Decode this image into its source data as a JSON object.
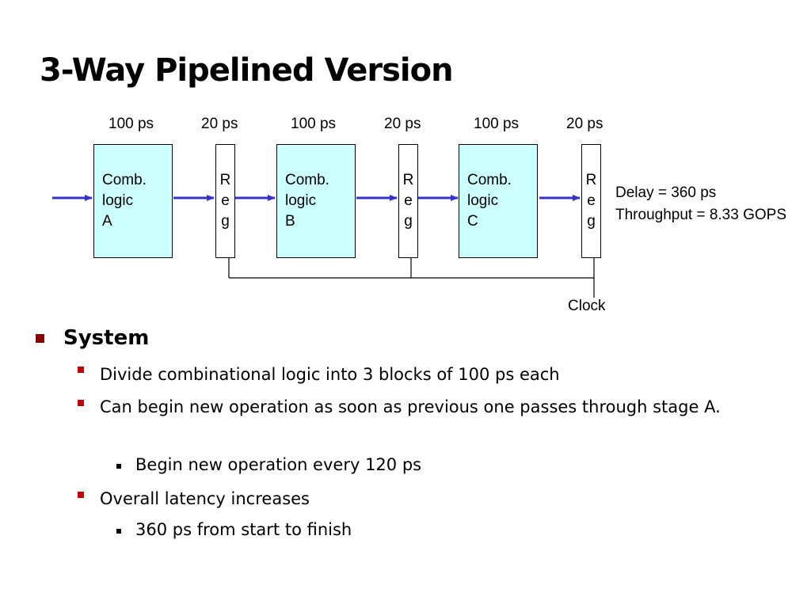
{
  "slide": {
    "title": "3-Way Pipelined Version"
  },
  "diagram": {
    "timings": [
      "100 ps",
      "20 ps",
      "100 ps",
      "20 ps",
      "100 ps",
      "20 ps"
    ],
    "stages": [
      {
        "line1": "Comb.",
        "line2": "logic",
        "line3": "A"
      },
      {
        "line1": "Comb.",
        "line2": "logic",
        "line3": "B"
      },
      {
        "line1": "Comb.",
        "line2": "logic",
        "line3": "C"
      }
    ],
    "register_letters": [
      "R",
      "e",
      "g"
    ],
    "delay_text": "Delay = 360 ps",
    "throughput_text": "Throughput = 8.33 GOPS",
    "clock_label": "Clock",
    "colors": {
      "comb_fill": "#ccffff",
      "arrow": "#3333cc"
    }
  },
  "bullets": {
    "heading": "System",
    "item1": "Divide combinational logic into 3 blocks of 100 ps each",
    "item2": "Can begin new operation as soon as previous one passes through stage A.",
    "item2_sub": "Begin new operation every 120 ps",
    "item3": "Overall latency increases",
    "item3_sub": "360 ps from start to finish"
  }
}
